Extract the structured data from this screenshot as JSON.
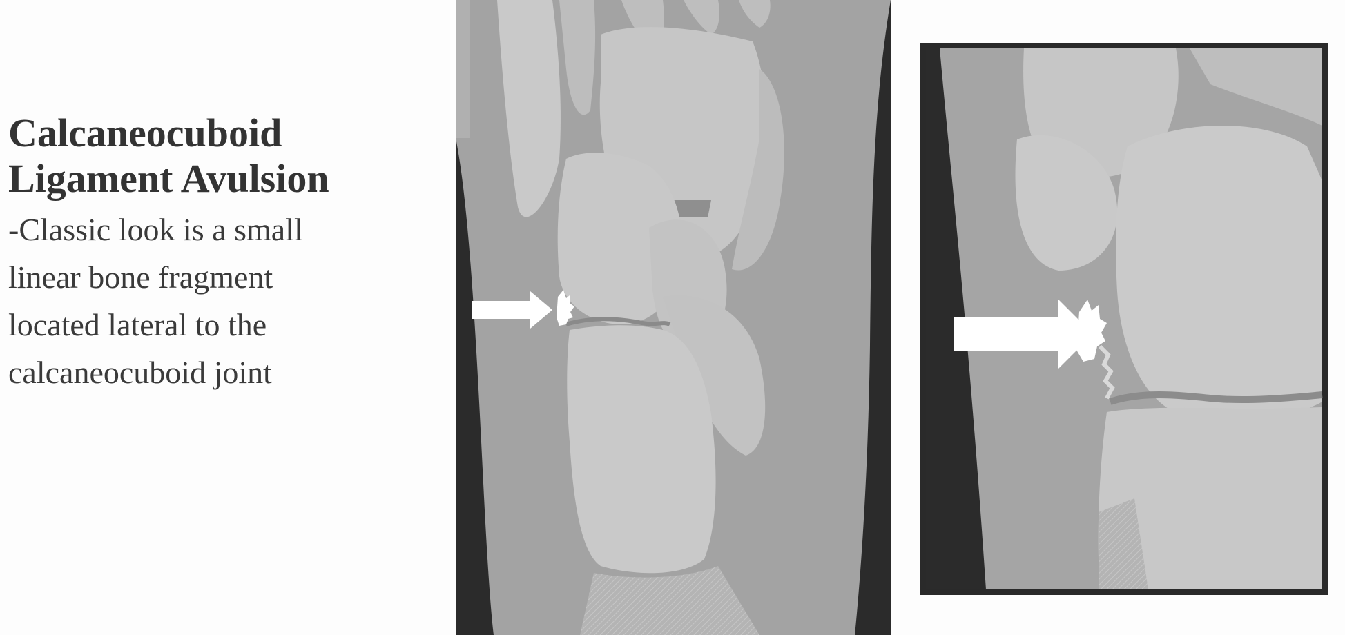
{
  "slide": {
    "title_lines": [
      "Calcaneocuboid",
      "Ligament Avulsion"
    ],
    "body_lines": [
      "-Classic look is a small",
      "linear bone fragment",
      "located lateral to the",
      "calcaneocuboid joint"
    ]
  },
  "colors": {
    "background": "#fdfdfd",
    "text": "#333333",
    "soft_tissue_dark": "#2c2c2c",
    "soft_tissue": "#a0a0a0",
    "bone": "#c8c8c8",
    "arrow": "#ffffff",
    "fragment": "#ffffff",
    "frame": "#2a2a2a"
  },
  "illustrations": {
    "main_view": {
      "arrow_icon": "right-arrow",
      "finding": "avulsion-fragment"
    },
    "zoom_view": {
      "arrow_icon": "right-arrow",
      "finding": "avulsion-fragment"
    }
  }
}
